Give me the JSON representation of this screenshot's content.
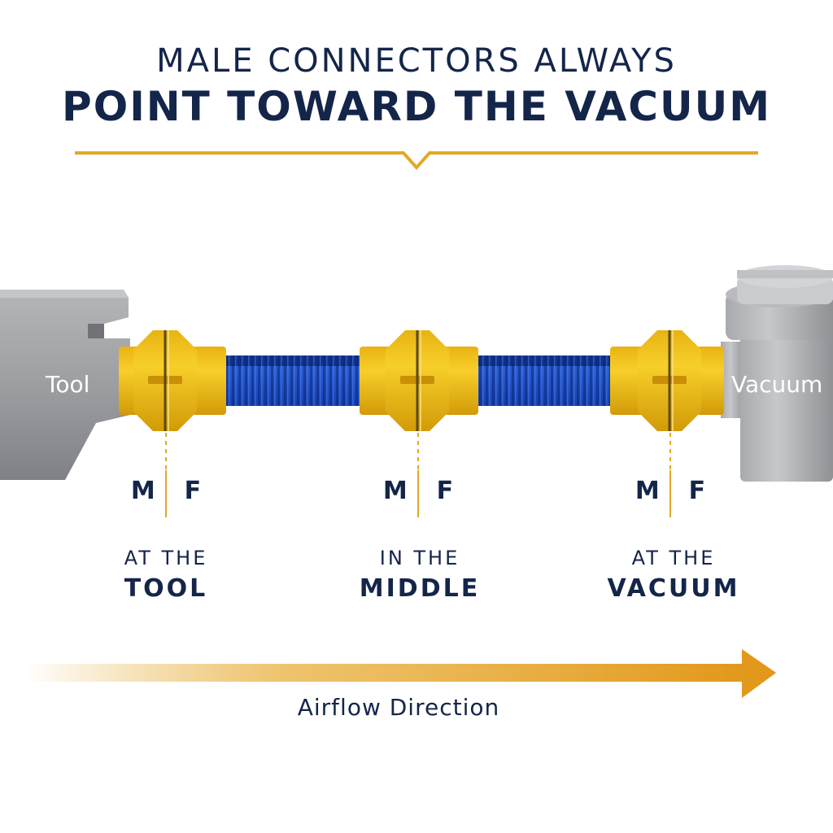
{
  "title": {
    "line1": "MALE CONNECTORS ALWAYS",
    "line2": "POINT TOWARD THE VACUUM"
  },
  "ends": {
    "tool_label": "Tool",
    "vacuum_label": "Vacuum"
  },
  "connectors": [
    {
      "male": "M",
      "female": "F",
      "line1": "AT THE",
      "line2": "TOOL"
    },
    {
      "male": "M",
      "female": "F",
      "line1": "IN THE",
      "line2": "MIDDLE"
    },
    {
      "male": "M",
      "female": "F",
      "line1": "AT THE",
      "line2": "VACUUM"
    }
  ],
  "airflow": {
    "label": "Airflow Direction"
  },
  "colors": {
    "navy_text": "#14254a",
    "gold_accent": "#e2a82a",
    "connector_yellow": "#f2c31a",
    "hose_blue": "#1846b8",
    "device_gray": "#9c9ea2"
  }
}
